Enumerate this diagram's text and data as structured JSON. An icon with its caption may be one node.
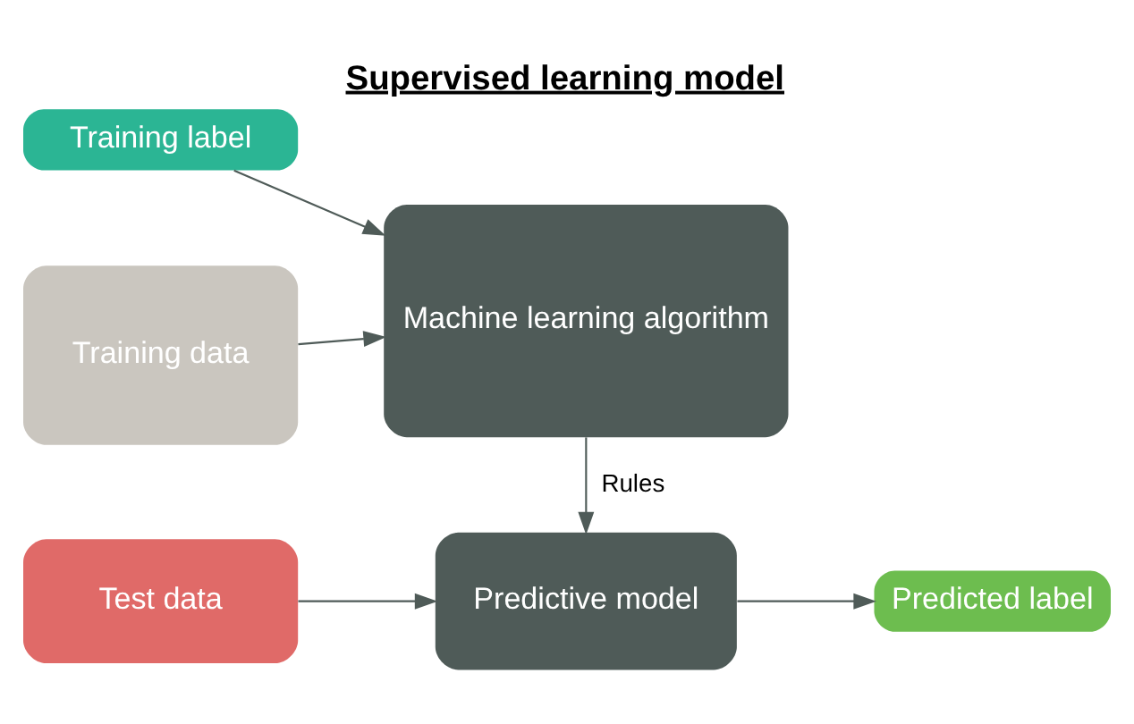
{
  "diagram": {
    "title": "Supervised learning model",
    "nodes": [
      {
        "text": [
          "Training label"
        ]
      },
      {
        "text": [
          "Training data"
        ]
      },
      {
        "text": [
          "Machine learning algorithm"
        ]
      },
      {
        "text": [
          "Test data"
        ]
      },
      {
        "text": [
          "Predictive model"
        ]
      },
      {
        "text": [
          "Predicted label"
        ]
      }
    ],
    "edges": [
      {
        "from": 0,
        "to": 2,
        "arrow": "to"
      },
      {
        "from": 1,
        "to": 2,
        "arrow": "to"
      },
      {
        "from": 2,
        "to": 4,
        "arrow": "to",
        "label": "Rules"
      },
      {
        "from": 3,
        "to": 4,
        "arrow": "to"
      },
      {
        "from": 4,
        "to": 5,
        "arrow": "to"
      }
    ]
  }
}
